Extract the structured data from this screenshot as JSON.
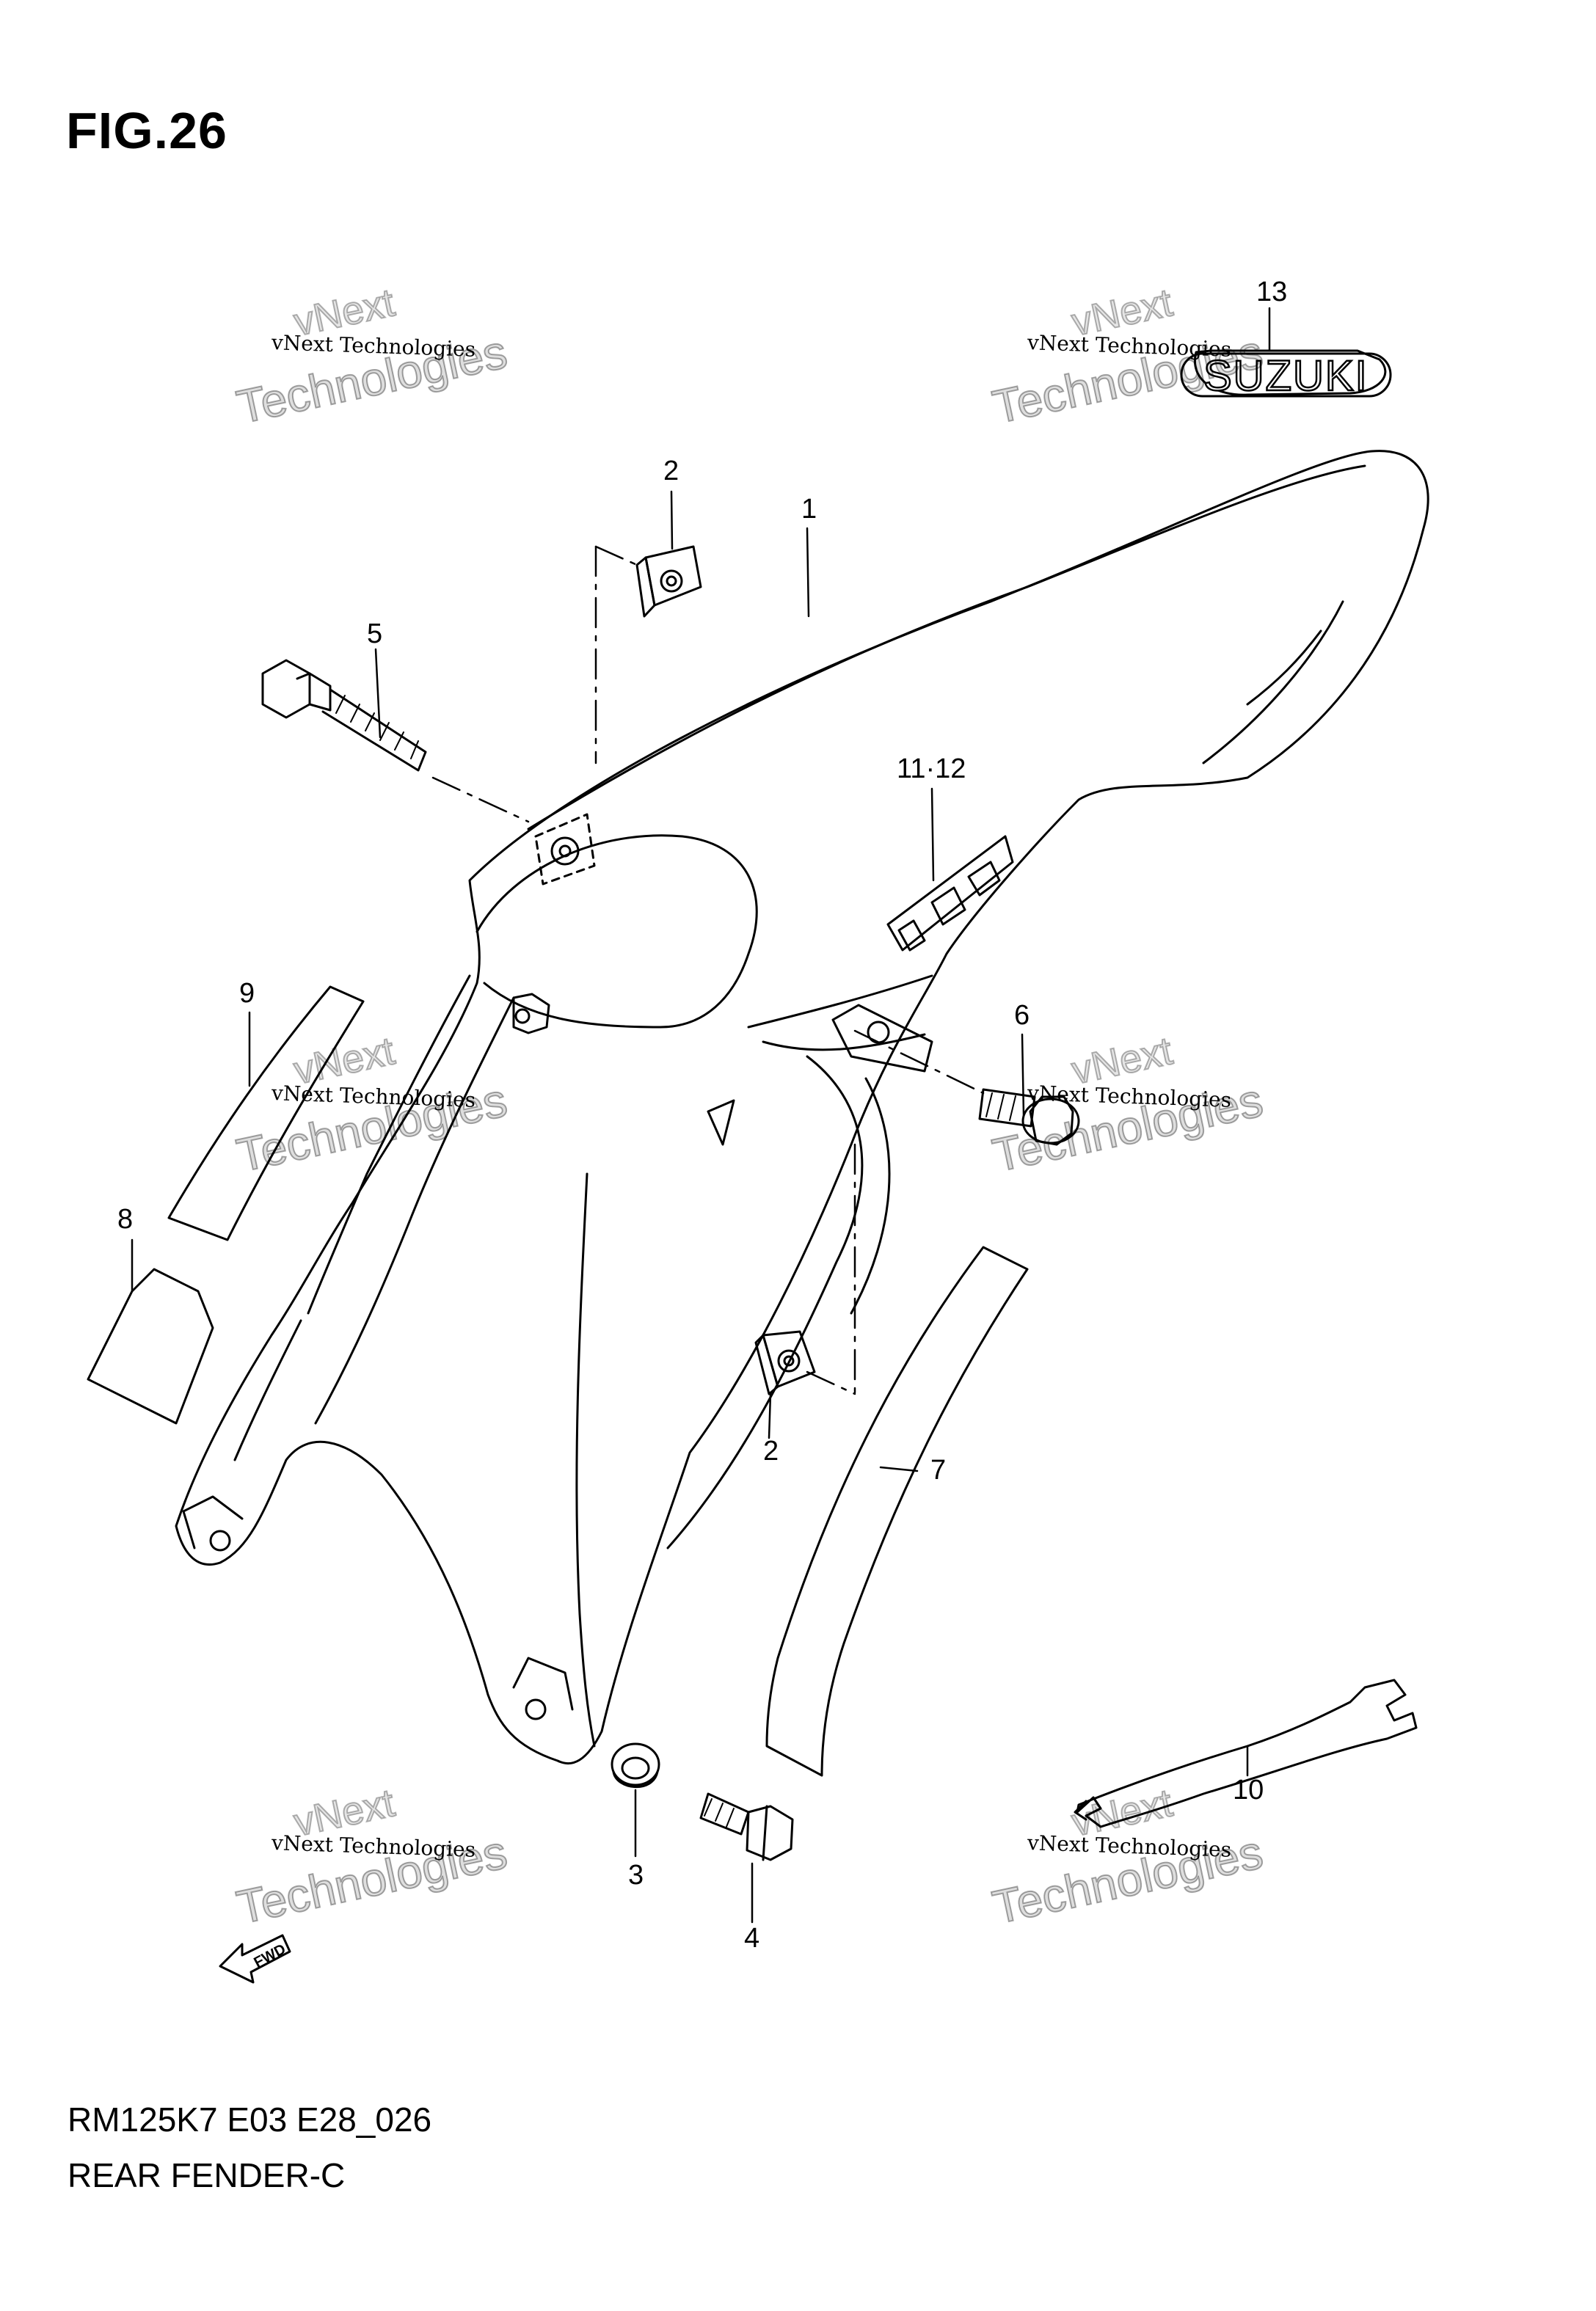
{
  "figure": {
    "title": "FIG.26",
    "model_code": "RM125K7 E03 E28_026",
    "part_name": "REAR FENDER-C"
  },
  "callouts": {
    "c1": "1",
    "c2a": "2",
    "c2b": "2",
    "c3": "3",
    "c4": "4",
    "c5": "5",
    "c6": "6",
    "c7": "7",
    "c8": "8",
    "c9": "9",
    "c10": "10",
    "c11_12": "11·12",
    "c13": "13"
  },
  "emblems": {
    "suzuki_logo": "SUZUKI",
    "fwd_arrow": "FWD"
  },
  "watermarks": {
    "line1": "vNext",
    "line2": "vNext Technologies",
    "line3": "Technologies"
  },
  "colors": {
    "line": "#000000",
    "background": "#ffffff"
  }
}
